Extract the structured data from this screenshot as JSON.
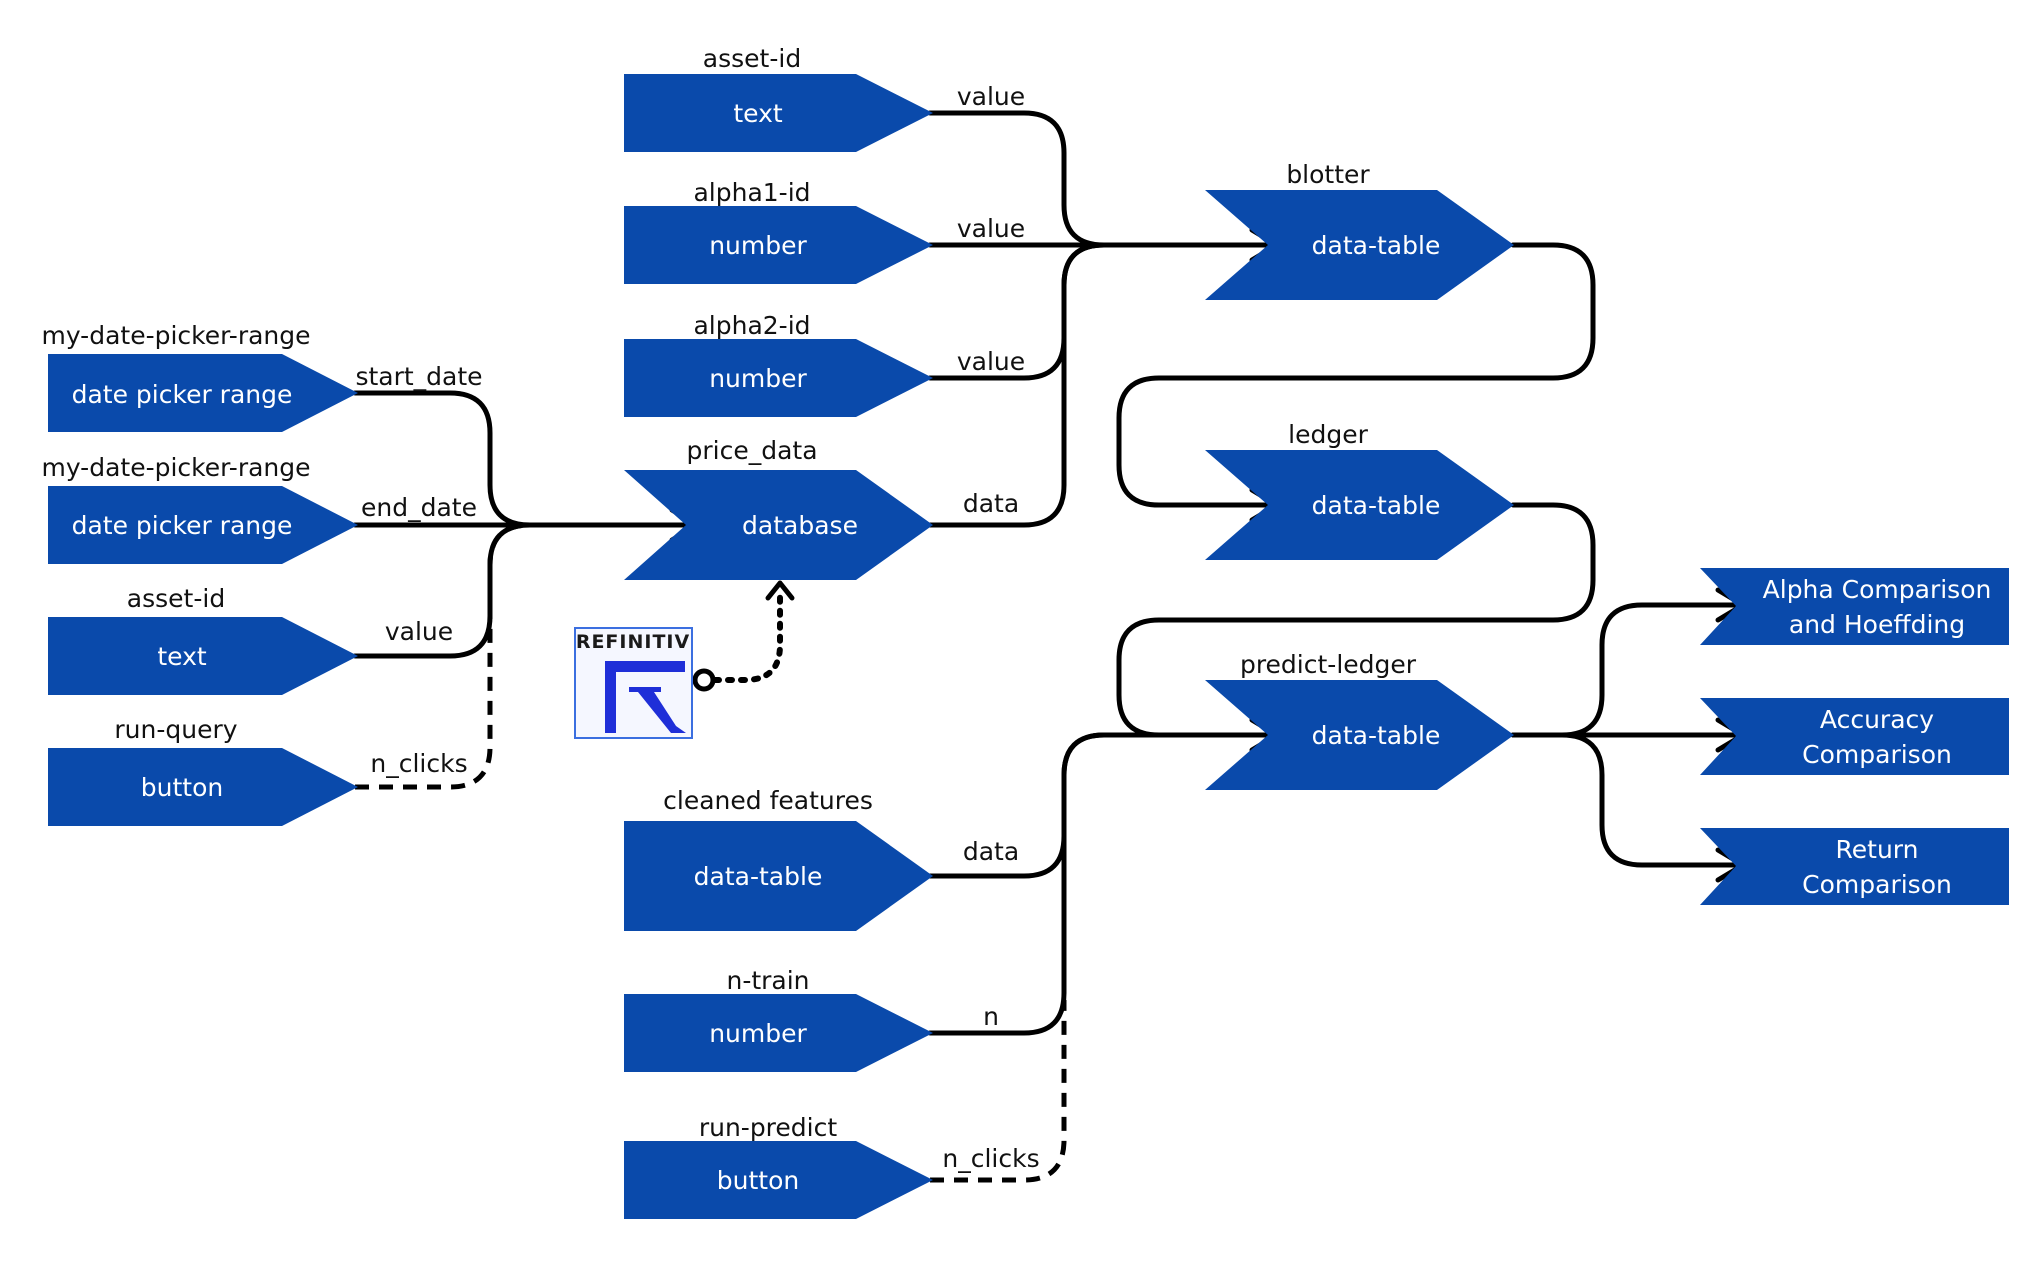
{
  "nodes": {
    "date_start": {
      "id": "my-date-picker-range",
      "type": "date picker range"
    },
    "date_end": {
      "id": "my-date-picker-range",
      "type": "date picker range"
    },
    "asset_left": {
      "id": "asset-id",
      "type": "text"
    },
    "run_query": {
      "id": "run-query",
      "type": "button"
    },
    "asset_top": {
      "id": "asset-id",
      "type": "text"
    },
    "alpha1": {
      "id": "alpha1-id",
      "type": "number"
    },
    "alpha2": {
      "id": "alpha2-id",
      "type": "number"
    },
    "price_data": {
      "id": "price_data",
      "type": "database"
    },
    "cleaned": {
      "id": "cleaned features",
      "type": "data-table"
    },
    "n_train": {
      "id": "n-train",
      "type": "number"
    },
    "run_predict": {
      "id": "run-predict",
      "type": "button"
    },
    "blotter": {
      "id": "blotter",
      "type": "data-table"
    },
    "ledger": {
      "id": "ledger",
      "type": "data-table"
    },
    "predict_ledger": {
      "id": "predict-ledger",
      "type": "data-table"
    },
    "out_alpha": {
      "line1": "Alpha Comparison",
      "line2": "and Hoeffding"
    },
    "out_accuracy": {
      "line1": "Accuracy",
      "line2": "Comparison"
    },
    "out_return": {
      "line1": "Return",
      "line2": "Comparison"
    }
  },
  "edges": {
    "start_date": "start_date",
    "end_date": "end_date",
    "asset_value": "value",
    "query_clicks": "n_clicks",
    "top_value": "value",
    "alpha1_value": "value",
    "alpha2_value": "value",
    "price_out": "data",
    "cleaned_out": "data",
    "n_train_out": "n",
    "predict_clicks": "n_clicks"
  },
  "logo": {
    "text": "REFINITIV"
  },
  "colors": {
    "node": "#0a4aab",
    "wire": "#000000",
    "logo_accent": "#1f2fd8"
  }
}
